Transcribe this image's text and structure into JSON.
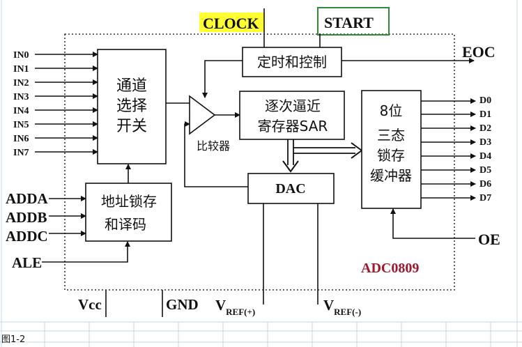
{
  "diagram": {
    "chip_label": "ADC0809",
    "signals": {
      "clock": "CLOCK",
      "start": "START",
      "eoc": "EOC",
      "oe": "OE",
      "vcc": "Vcc",
      "gnd": "GND",
      "vref_plus_main": "V",
      "vref_plus_sub": "REF(+)",
      "vref_minus_main": "V",
      "vref_minus_sub": "REF(-)"
    },
    "inputs": [
      "IN0",
      "IN1",
      "IN2",
      "IN3",
      "IN4",
      "IN5",
      "IN6",
      "IN7"
    ],
    "address_inputs": [
      "ADDA",
      "ADDB",
      "ADDC",
      "ALE"
    ],
    "outputs": [
      "D0",
      "D1",
      "D2",
      "D3",
      "D4",
      "D5",
      "D6",
      "D7"
    ],
    "blocks": {
      "mux": [
        "通道",
        "选择",
        "开关"
      ],
      "latch": [
        "地址锁存",
        "和译码"
      ],
      "timing": "定时和控制",
      "sar": [
        "逐次逼近",
        "寄存器SAR"
      ],
      "comparator": "比较器",
      "dac": "DAC",
      "tristate": [
        "8位",
        "三态",
        "锁存",
        "缓冲器"
      ]
    },
    "colors": {
      "clock_highlight": "#ffff33",
      "start_box": "#2e8b3a",
      "chip_label": "#a0182c"
    }
  },
  "caption": "图1-2"
}
